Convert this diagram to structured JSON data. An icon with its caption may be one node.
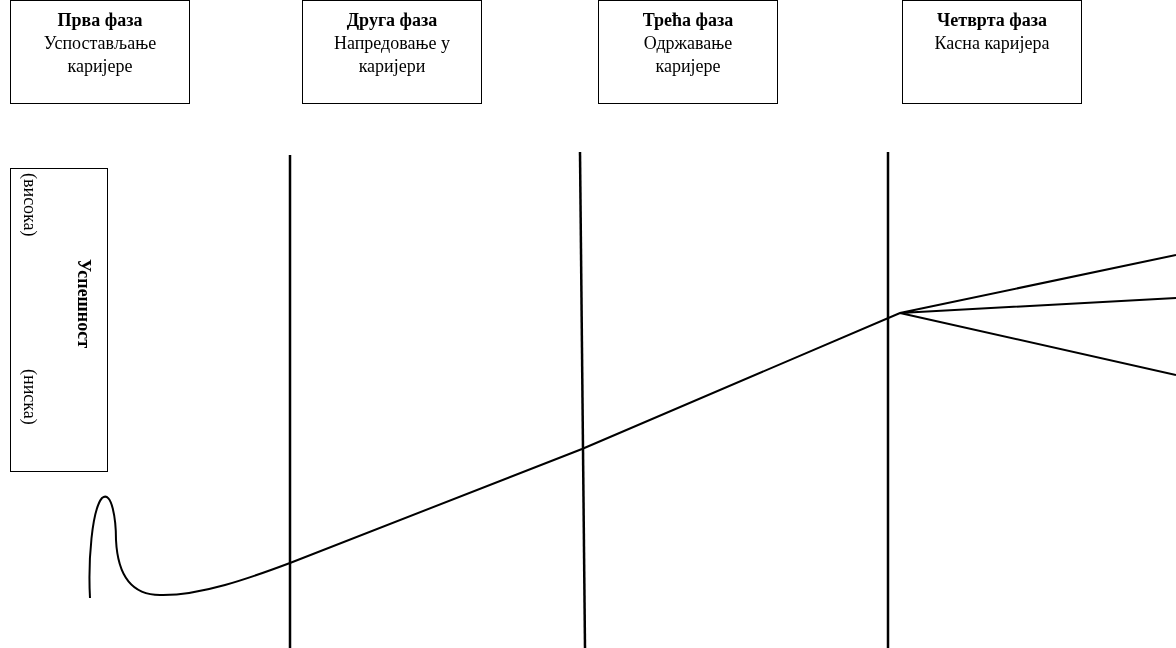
{
  "diagram": {
    "nodes": [
      {
        "text": [
          "Прва фаза",
          "Успостављање каријере"
        ]
      },
      {
        "text": [
          "Друга фаза",
          "Напредовање у каријери"
        ]
      },
      {
        "text": [
          "Трећа фаза",
          "Одржавање каријере"
        ]
      },
      {
        "text": [
          "Четврта фаза",
          "Касна каријера"
        ]
      },
      {
        "text": [
          "Успешност",
          "(висока)",
          "(ниска)"
        ]
      }
    ]
  }
}
